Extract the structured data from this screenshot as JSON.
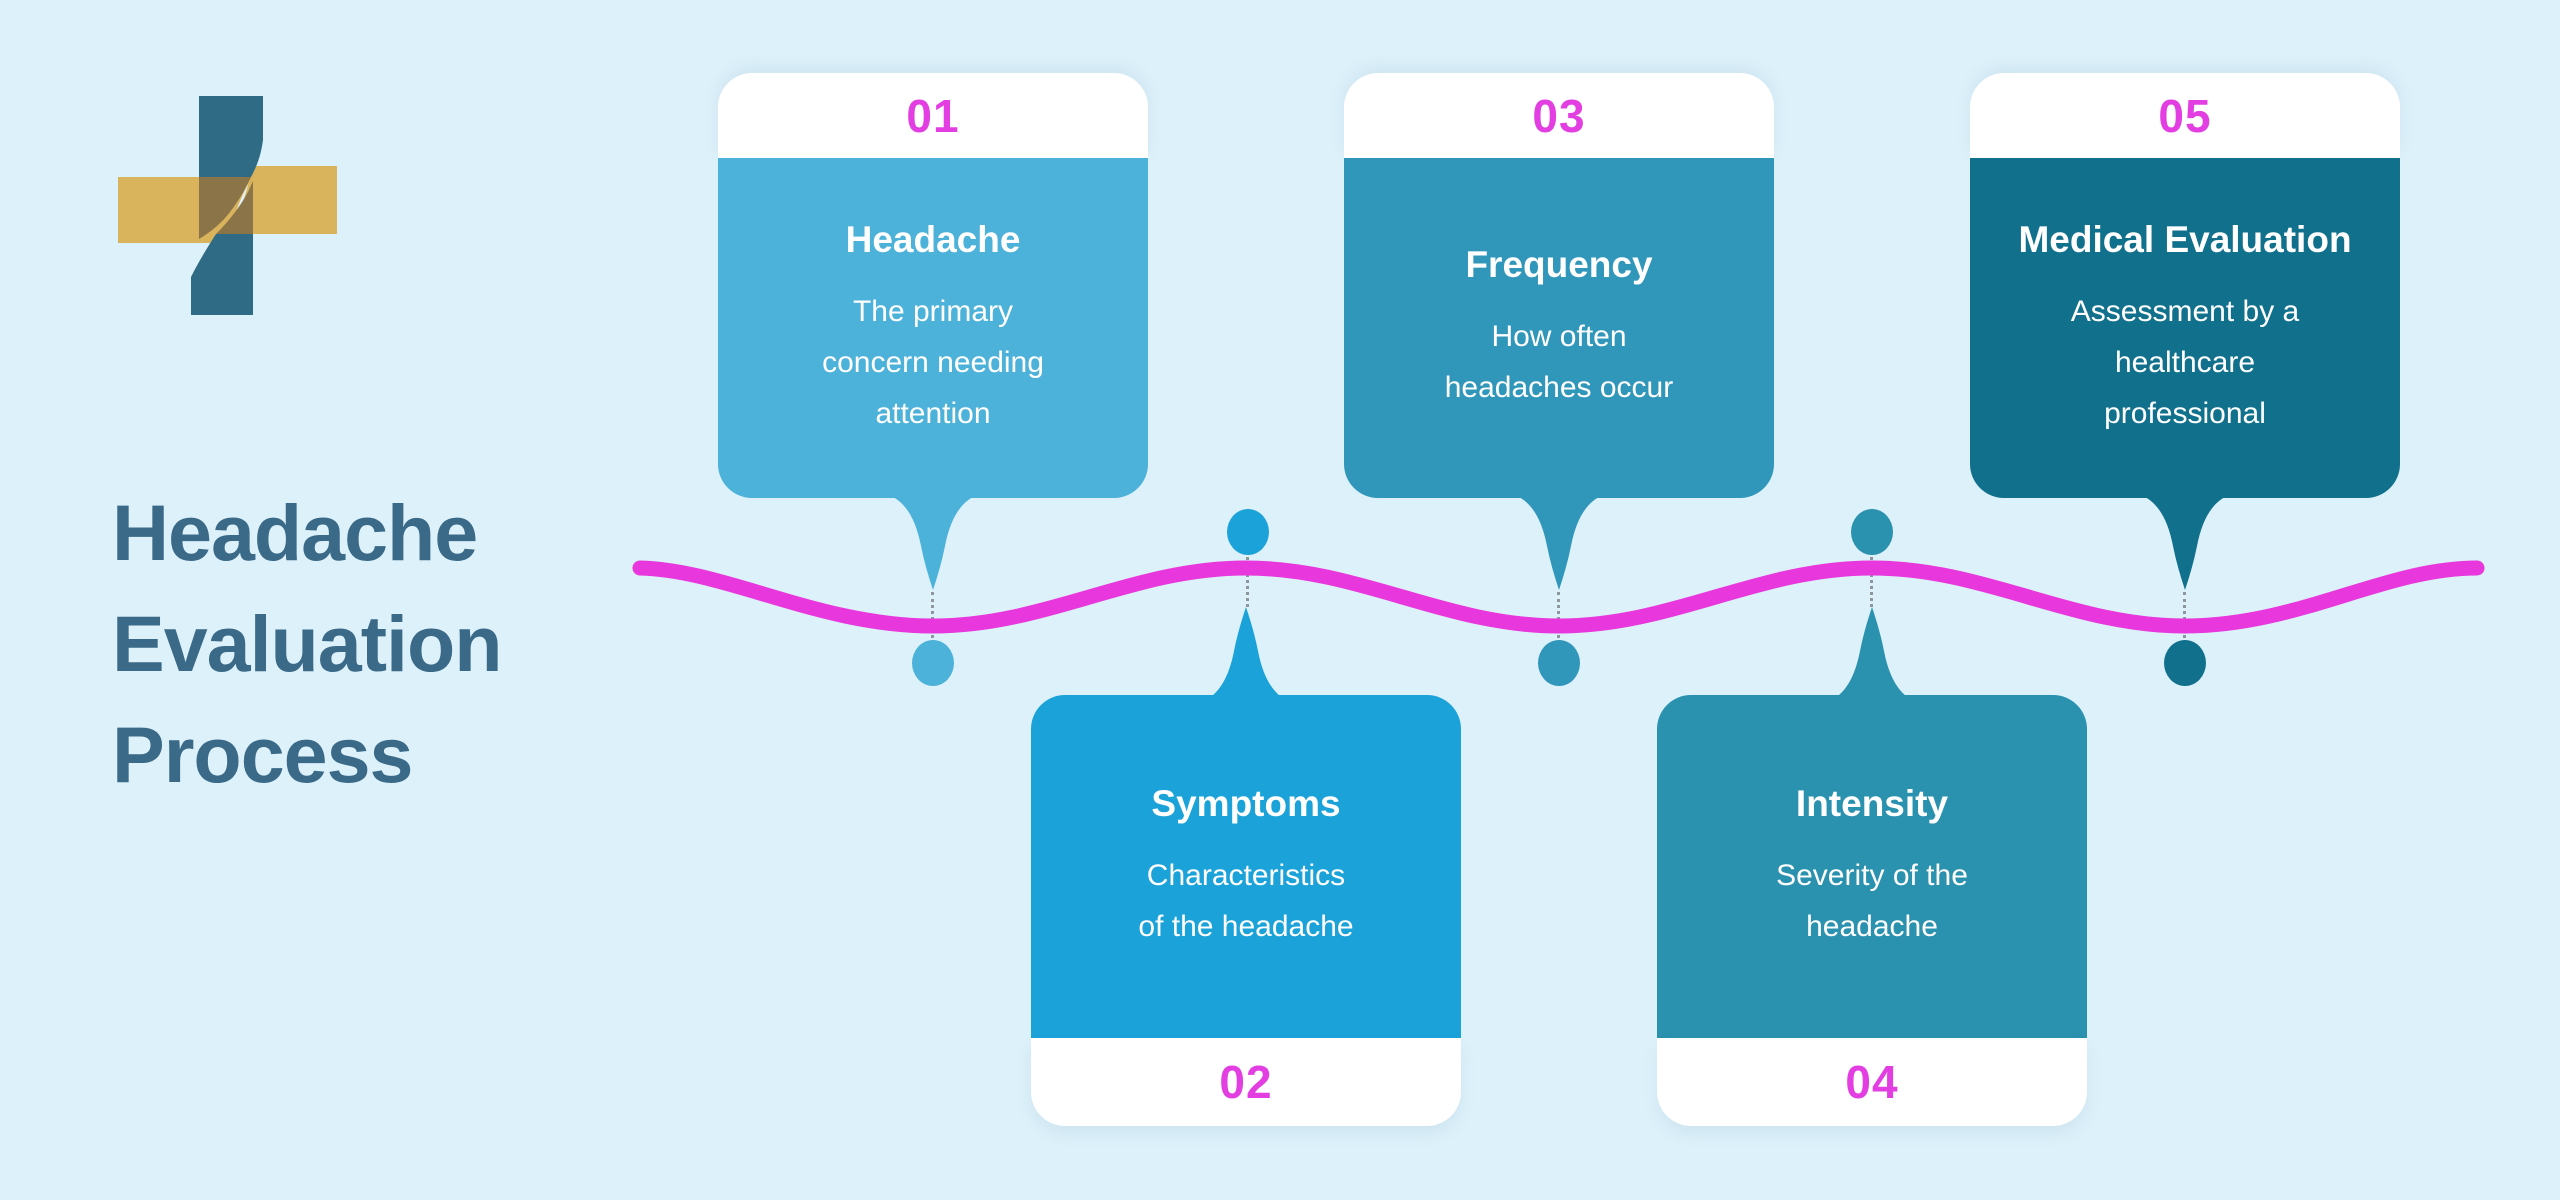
{
  "colors": {
    "background": "#ddf1fa",
    "title_text": "#3a6a87",
    "wave": "#e837dc",
    "number": "#e23ee2",
    "connector": "#8f969c",
    "card_text": "#ffffff",
    "card_header_bg": "#ffffff",
    "logo_teal": "#2f6b85",
    "logo_gold": "#d9b45c",
    "logo_overlap": "#8a7448"
  },
  "logo": {
    "name": "medical cross logo"
  },
  "title": {
    "text": "Headache Evaluation Process",
    "lines": [
      "Headache",
      "Evaluation",
      "Process"
    ]
  },
  "steps": [
    {
      "number": "01",
      "title": "Headache",
      "description": "The primary concern needing attention",
      "desc_lines": [
        "The primary",
        "concern needing",
        "attention"
      ],
      "color": "#4cb2d9",
      "position": "top"
    },
    {
      "number": "02",
      "title": "Symptoms",
      "description": "Characteristics of the headache",
      "desc_lines": [
        "Characteristics",
        "of the headache"
      ],
      "color": "#1ba3d9",
      "position": "bottom"
    },
    {
      "number": "03",
      "title": "Frequency",
      "description": "How often headaches occur",
      "desc_lines": [
        "How often",
        "headaches occur"
      ],
      "color": "#3097ba",
      "position": "top"
    },
    {
      "number": "04",
      "title": "Intensity",
      "description": "Severity of the headache",
      "desc_lines": [
        "Severity of the",
        "headache"
      ],
      "color": "#2a91af",
      "position": "bottom"
    },
    {
      "number": "05",
      "title": "Medical Evaluation",
      "description": "Assessment by a healthcare professional",
      "desc_lines": [
        "Assessment by a",
        "healthcare",
        "professional"
      ],
      "color": "#11718d",
      "position": "top"
    }
  ]
}
